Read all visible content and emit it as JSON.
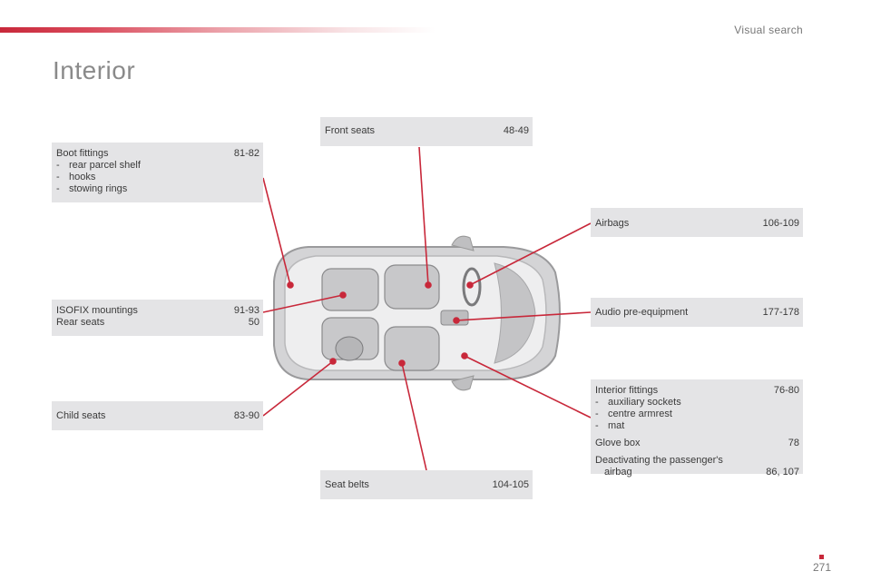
{
  "header": {
    "section": "Visual search",
    "title": "Interior"
  },
  "callouts": {
    "boot": {
      "label": "Boot fittings",
      "pages": "81-82",
      "subs": [
        "rear parcel shelf",
        "hooks",
        "stowing rings"
      ]
    },
    "front_seats": {
      "label": "Front seats",
      "pages": "48-49"
    },
    "isofix": {
      "label": "ISOFIX mountings",
      "pages": "91-93",
      "label2": "Rear seats",
      "pages2": "50"
    },
    "child_seats": {
      "label": "Child seats",
      "pages": "83-90"
    },
    "airbags": {
      "label": "Airbags",
      "pages": "106-109"
    },
    "audio": {
      "label": "Audio pre-equipment",
      "pages": "177-178"
    },
    "interior": {
      "label": "Interior fittings",
      "pages": "76-80",
      "subs": [
        "auxiliary sockets",
        "centre armrest",
        "mat"
      ],
      "glove_label": "Glove box",
      "glove_pages": "78",
      "deact_line1": "Deactivating the passenger's",
      "deact_line2": "airbag",
      "deact_pages": "86, 107"
    },
    "seat_belts": {
      "label": "Seat belts",
      "pages": "104-105"
    }
  },
  "footer": {
    "page_number": "271"
  },
  "colors": {
    "accent": "#c8283a",
    "box_bg": "#e4e4e6",
    "line": "#c8283a"
  }
}
